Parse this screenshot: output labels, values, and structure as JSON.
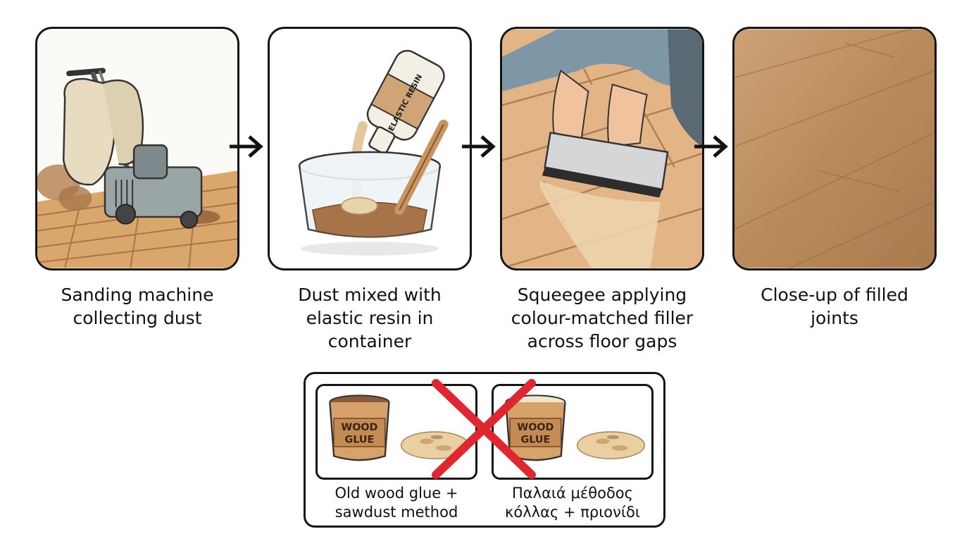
{
  "steps": [
    {
      "caption_line1": "Sanding machine",
      "caption_line2": "collecting dust",
      "caption_line3": ""
    },
    {
      "caption_line1": "Dust mixed with",
      "caption_line2": "elastic resin in",
      "caption_line3": "container",
      "bottle_label": "ELASTIC RESIN"
    },
    {
      "caption_line1": "Squeegee applying",
      "caption_line2": "colour-matched filler",
      "caption_line3": "across floor gaps"
    },
    {
      "caption_line1": "Close-up of filled",
      "caption_line2": "joints",
      "caption_line3": ""
    }
  ],
  "old_method": {
    "items": [
      {
        "jar_label_line1": "WOOD",
        "jar_label_line2": "GLUE",
        "caption_line1": "Old wood glue +",
        "caption_line2": "sawdust method"
      },
      {
        "jar_label_line1": "WOOD",
        "jar_label_line2": "GLUE",
        "caption_line1": "Παλαιά μέθοδος",
        "caption_line2": "κόλλας + πριονίδι"
      }
    ],
    "cross_color": "#e0262f"
  },
  "icons": {
    "arrow": "arrow-right-icon",
    "cross": "red-cross-icon"
  }
}
